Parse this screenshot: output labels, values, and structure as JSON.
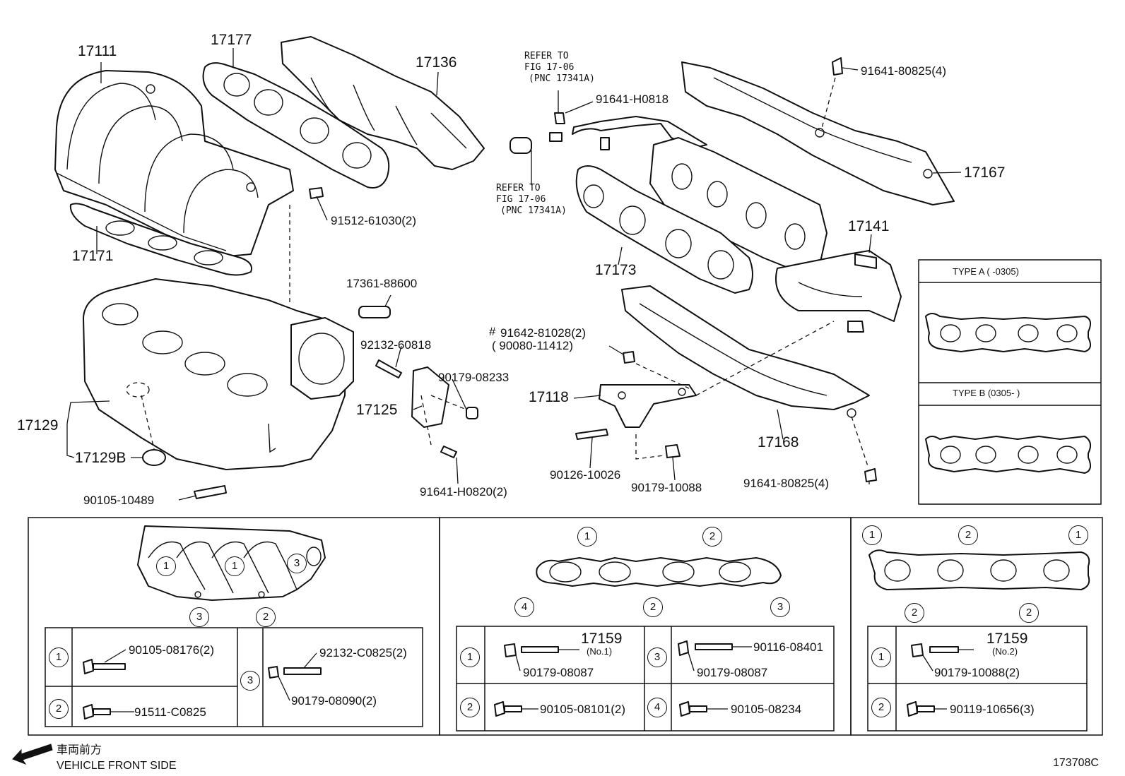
{
  "parts": {
    "p17111": "17111",
    "p17177": "17177",
    "p17136": "17136",
    "p17171": "17171",
    "p91512": "91512-61030(2)",
    "p17361": "17361-88600",
    "p92132": "92132-60818",
    "p90179_08233": "90179-08233",
    "p17125": "17125",
    "p17129": "17129",
    "p17129B": "17129B",
    "p90105_10489": "90105-10489",
    "p91641_H0820": "91641-H0820(2)",
    "p91641_H0818": "91641-H0818",
    "p91641_80825_top": "91641-80825(4)",
    "p17167": "17167",
    "p17141": "17141",
    "p17173": "17173",
    "p91642": "91642-81028(2)",
    "p91642_hash": "#",
    "p90080": "( 90080-11412)",
    "p17118": "17118",
    "p17168": "17168",
    "p90126": "90126-10026",
    "p90179_10088": "90179-10088",
    "p91641_80825_bot": "91641-80825(4)"
  },
  "refer_notes": {
    "a": {
      "line1": "REFER TO",
      "line2": "FIG 17-06",
      "line3": "(PNC 17341A)"
    },
    "b": {
      "line1": "REFER TO",
      "line2": "FIG 17-06",
      "line3": "(PNC 17341A)"
    }
  },
  "type_box": {
    "type_a": "TYPE A (     -0305)",
    "type_b": "TYPE B (0305-     )"
  },
  "panel1": {
    "callouts": [
      "1",
      "1",
      "3",
      "3",
      "2"
    ],
    "rows": {
      "r1_num": "1",
      "r1_part": "90105-08176(2)",
      "r2_num": "2",
      "r2_part": "91511-C0825",
      "r3_num": "3",
      "r3_part_a": "92132-C0825(2)",
      "r3_part_b": "90179-08090(2)"
    }
  },
  "panel2": {
    "callouts": [
      "1",
      "2",
      "4",
      "2",
      "3"
    ],
    "rows": {
      "r1_num": "1",
      "r1_main": "17159",
      "r1_sub": "(No.1)",
      "r1_part": "90179-08087",
      "r2_num": "2",
      "r2_part": "90105-08101(2)",
      "r3_num": "3",
      "r3_part_a": "90116-08401",
      "r3_part_b": "90179-08087",
      "r4_num": "4",
      "r4_part": "90105-08234"
    }
  },
  "panel3": {
    "callouts": [
      "1",
      "2",
      "1",
      "2",
      "2"
    ],
    "rows": {
      "r1_num": "1",
      "r1_main": "17159",
      "r1_sub": "(No.2)",
      "r1_part": "90179-10088(2)",
      "r2_num": "2",
      "r2_part": "90119-10656(3)"
    }
  },
  "footer": {
    "direction_jp": "車両前方",
    "direction_en": "VEHICLE FRONT SIDE",
    "figure_id": "173708C"
  }
}
